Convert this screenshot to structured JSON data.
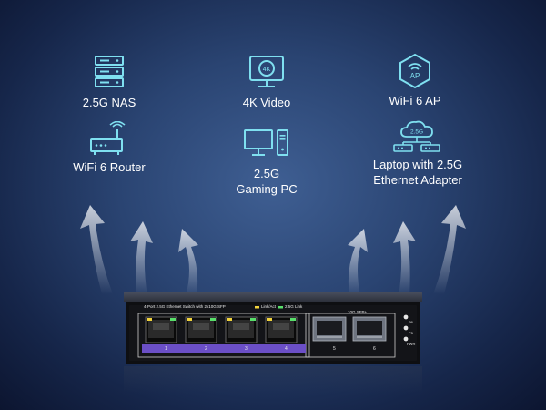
{
  "features": [
    {
      "id": "nas",
      "label": "2.5G NAS",
      "icon": "nas-server-icon"
    },
    {
      "id": "video",
      "label": "4K Video",
      "icon": "monitor-4k-icon",
      "badge": "4K"
    },
    {
      "id": "ap",
      "label": "WiFi 6 AP",
      "icon": "access-point-icon",
      "badge": "AP"
    },
    {
      "id": "router",
      "label": "WiFi 6 Router",
      "icon": "wifi-router-icon"
    },
    {
      "id": "pc",
      "line1": "2.5G",
      "line2": "Gaming PC",
      "icon": "desktop-pc-icon"
    },
    {
      "id": "laptop",
      "line1": "Laptop with 2.5G",
      "line2": "Ethernet Adapter",
      "icon": "cloud-network-icon",
      "badge": "2.5G"
    }
  ],
  "switch": {
    "title": "4-Port 2.5G Ethernet Switch with 2x10G SFP",
    "legend_link_act": "Link/Act",
    "legend_25g": "2.5G Link",
    "sfp_label": "10G SFP+",
    "ports": [
      "1",
      "2",
      "3",
      "4"
    ],
    "sfp_ports": [
      "5",
      "6"
    ],
    "status_leds": [
      "P6",
      "P5",
      "PWR"
    ]
  },
  "colors": {
    "accent": "#7fe0f0",
    "port_bar": "#6b4fc7",
    "led_green": "#58e06a",
    "led_yellow": "#f0d23c"
  }
}
